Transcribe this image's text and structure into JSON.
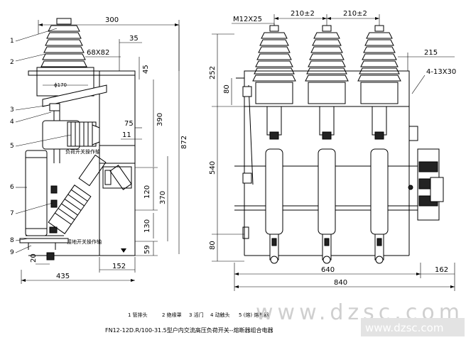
{
  "drawing": {
    "caption": "FN12-12D.R/100-31.5型户内交流高压负荷开关--熔断器组合电器",
    "legend": [
      "1 管排头",
      "2 绝缘罩",
      "3 活门",
      "4 动触头",
      "5 (熔) 熔断器"
    ],
    "watermark_large": "www.dzsc.com",
    "watermark_small": "www.dzsc.com",
    "left_view": {
      "dims_top": [
        "300",
        "35",
        "68X82",
        "45",
        "ϕ170"
      ],
      "dims_right": [
        "390",
        "872",
        "75",
        "11",
        "120",
        "370",
        "130",
        "59"
      ],
      "dims_bottom": [
        "20",
        "152",
        "435"
      ],
      "part_numbers": [
        "1",
        "2",
        "3",
        "4",
        "5",
        "6",
        "7",
        "8",
        "9"
      ],
      "labels": [
        "负荷开关操作轴",
        "接地开关操作轴"
      ]
    },
    "right_view": {
      "dims_top": [
        "M12X25",
        "210±2",
        "210±2",
        "215",
        "4-13X30"
      ],
      "dims_left": [
        "252",
        "80",
        "540",
        "80"
      ],
      "dims_bottom": [
        "640",
        "162",
        "840"
      ]
    }
  }
}
